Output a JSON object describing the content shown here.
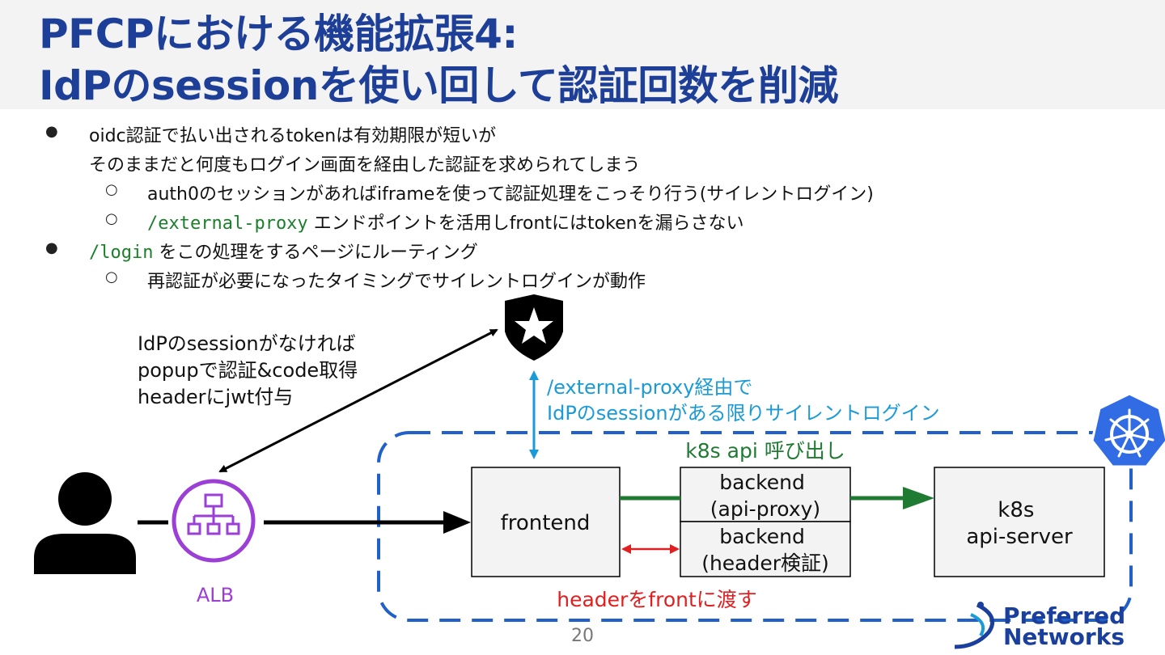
{
  "title": {
    "line1": "PFCPにおける機能拡張4:",
    "line2": "IdPのsessionを使い回して認証回数を削減"
  },
  "bullets": {
    "b1_line1": "oidc認証で払い出されるtokenは有効期限が短いが",
    "b1_line2": "そのままだと何度もログイン画面を経由した認証を求められてしまう",
    "b1_sub1": "auth0のセッションがあればiframeを使って認証処理をこっそり行う(サイレントログイン)",
    "b1_sub2_code": "/external-proxy",
    "b1_sub2_text": "エンドポイントを活用しfrontにはtokenを漏らさない",
    "b2_code": "/login",
    "b2_text": "をこの処理をするページにルーティング",
    "b2_sub1": "再認証が必要になったタイミングでサイレントログインが動作"
  },
  "diagram": {
    "idp_note_line1": "IdPのsessionがなければ",
    "idp_note_line2": "popupで認証&code取得",
    "idp_note_line3": "headerにjwt付与",
    "proxy_note_line1": "/external-proxy経由で",
    "proxy_note_line2": "IdPのsessionがある限りサイレントログイン",
    "k8s_call_label": "k8s api 呼び出し",
    "frontend_label": "frontend",
    "backend_proxy_line1": "backend",
    "backend_proxy_line2": "(api-proxy)",
    "backend_header_line1": "backend",
    "backend_header_line2": "(header検証)",
    "k8s_line1": "k8s",
    "k8s_line2": "api-server",
    "alb_label": "ALB",
    "header_to_front_label": "headerをfrontに渡す"
  },
  "footer": {
    "page_number": "20",
    "logo_line1": "Preferred",
    "logo_line2": "Networks"
  },
  "colors": {
    "title": "#1d3f97",
    "code": "#1a7f2a",
    "blue_note": "#1a9ad6",
    "green": "#1f7a32",
    "red": "#e02020",
    "alb_purple": "#9b3fd6",
    "dashed_border": "#2060c8",
    "k8s_blue": "#326ce5",
    "logo_blue": "#1b3f9c"
  },
  "icons": [
    "user-icon",
    "alb-icon",
    "auth0-shield-icon",
    "kubernetes-icon",
    "preferred-networks-logo-icon"
  ]
}
